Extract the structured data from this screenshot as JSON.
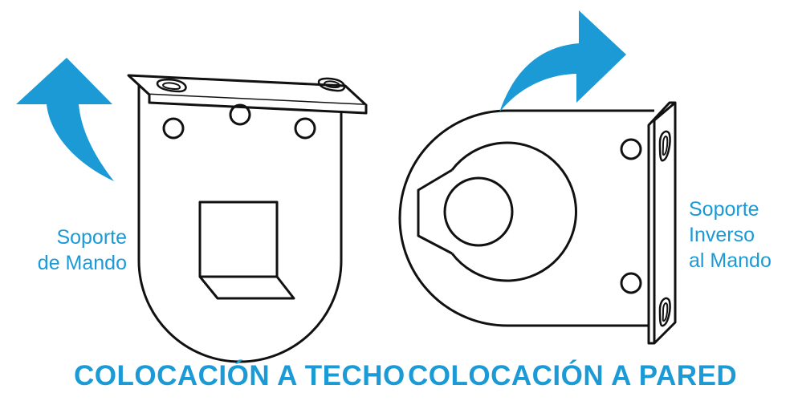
{
  "colors": {
    "accent": "#1b9ad6",
    "line": "#111111",
    "background": "#ffffff"
  },
  "ceiling": {
    "title": "COLOCACIÓN A TECHO",
    "label_line1": "Soporte",
    "label_line2": "de Mando"
  },
  "wall": {
    "title": "COLOCACIÓN A PARED",
    "label_line1": "Soporte",
    "label_line2": "Inverso",
    "label_line3": "al Mando"
  },
  "icons": {
    "ceiling_arrow": "curved-arrow-up-icon",
    "wall_arrow": "curved-arrow-right-icon"
  }
}
